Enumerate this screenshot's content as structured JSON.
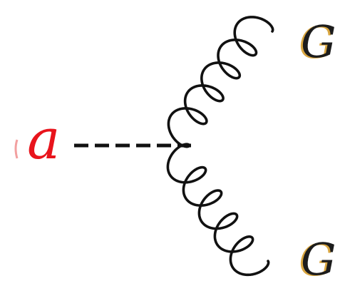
{
  "diagram": {
    "scalar_label": "a",
    "gluon_top_label": "G",
    "gluon_bottom_label": "G",
    "colors": {
      "scalar_label": "#e8141c",
      "gluon_label_fill": "#1c1c1c",
      "gluon_label_fringe": "#d9a640",
      "line": "#111111",
      "background": "#ffffff"
    }
  }
}
